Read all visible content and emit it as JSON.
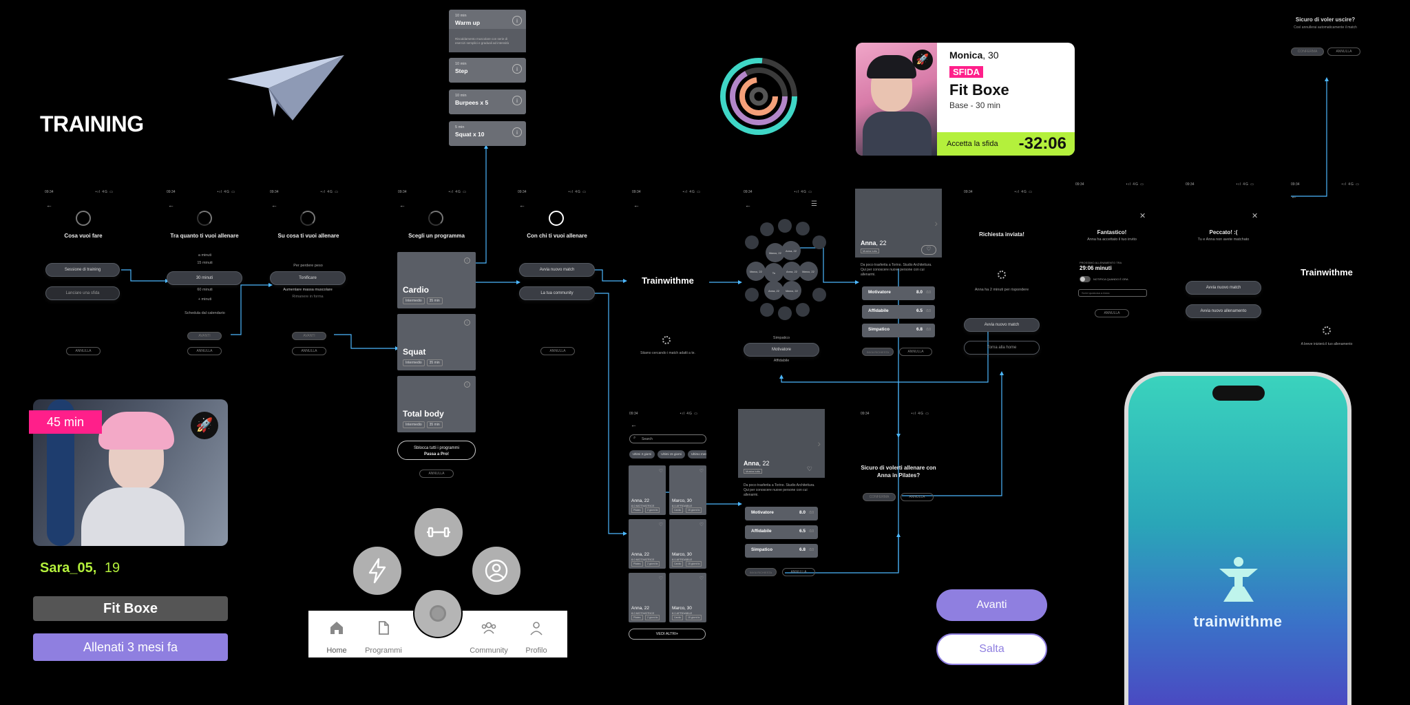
{
  "page": {
    "section_title": "TRAINING",
    "app_name": "Trainwithme",
    "logo_wordmark": "trainwithme"
  },
  "colors": {
    "accent_green": "#b4f03c",
    "accent_purple": "#8f7fe0",
    "accent_pink": "#ff1f8a",
    "wire_blue": "#4db8ff",
    "wireframe_gray": "#5a5e66"
  },
  "status_bar": {
    "time": "09:34",
    "signal": "•ıl 4G ▭"
  },
  "screens": {
    "s1": {
      "title": "Cosa vuoi fare",
      "options": [
        "Sessione di training",
        "Lanciare una sfida"
      ],
      "cancel": "ANNULLA"
    },
    "s2": {
      "title": "Tra quanto ti vuoi allenare",
      "options_above": [
        "a minuti",
        "15 minuti"
      ],
      "selected": "30 minuti",
      "options_below": [
        "60 minuti",
        "+ minuti"
      ],
      "calendar": "Schedula dal calendario",
      "next": "AVANTI",
      "cancel": "ANNULLA"
    },
    "s3": {
      "title": "Su cosa ti vuoi allenare",
      "above": "Per perdere peso",
      "selected": "Tonificare",
      "option": "Aumentare massa muscolare",
      "below": "Rimanere in forma",
      "next": "AVANTI",
      "cancel": "ANNULLA"
    },
    "s4": {
      "title": "Scegli un programma",
      "programs": [
        {
          "name": "Cardio",
          "level": "Intermedio",
          "duration": "35 min"
        },
        {
          "name": "Squat",
          "level": "Intermedio",
          "duration": "35 min"
        },
        {
          "name": "Total body",
          "level": "Intermedio",
          "duration": "35 min"
        }
      ],
      "unlock_line1": "Sblocca tutti i programmi",
      "unlock_line2": "Passa a Pro!",
      "cancel": "ANNULLA"
    },
    "exercises": [
      {
        "duration": "10 min",
        "name": "Warm up",
        "desc": "Riscaldamento muscolare con serie di esercizi semplici e graduali ad intensità"
      },
      {
        "duration": "10 min",
        "name": "Step"
      },
      {
        "duration": "10 min",
        "name": "Burpees x 5"
      },
      {
        "duration": "5 min",
        "name": "Squat x 10"
      }
    ],
    "s5": {
      "title": "Con chi ti vuoi allenare",
      "options": [
        "Avvia nuovo match",
        "La tua community"
      ],
      "cancel": "ANNULLA"
    },
    "s6": {
      "brand": "Trainwithme",
      "loading": "Stiamo cercando i match adatti a te."
    },
    "s7": {
      "bubbles": [
        "Marco, 22",
        "Anna, 22",
        "Marco, 22",
        "Tu",
        "Anna, 22",
        "Marco, 22",
        "Anna, 22",
        "Marco, 22"
      ],
      "label_above": "Simpatico",
      "selected": "Motivatore",
      "label_below": "Affidabile"
    },
    "profile_card": {
      "name": "Anna",
      "age": "22",
      "tag": "Mostra tutto",
      "desc": "Da poco trasferita a Torino. Studio Architettura. Qui per conoscere nuove persone con cui allenarmi.",
      "scores": [
        {
          "label": "Motivatore",
          "value": "8.0",
          "den": "/10"
        },
        {
          "label": "Affidabile",
          "value": "6.5",
          "den": "/10"
        },
        {
          "label": "Simpatico",
          "value": "6.8",
          "den": "/10"
        }
      ],
      "invite": "INVIA RICHIESTA",
      "cancel": "ANNULLA"
    },
    "s9": {
      "title": "Richiesta inviata!",
      "text": "Anna ha 2 minuti per rispondere",
      "new_match": "Avvia nuovo match",
      "home": "Torna alla home"
    },
    "s10": {
      "title": "Fantastico!",
      "text": "Anna ha accettato il tuo invito",
      "next_label": "PROSSIMO ALLENAMENTO TRA",
      "countdown": "29:06 minuti",
      "notify": "NOTIFICA QUANDO È ORA",
      "placeholder": "Scrivi qualcosa a Anna",
      "cancel": "ANNULLA"
    },
    "s11": {
      "title": "Peccato! :(",
      "text": "Tu e Anna non avete matchato",
      "new_match": "Avvia nuovo match",
      "new_training": "Avvia nuovo allenamento"
    },
    "s12": {
      "brand": "Trainwithme",
      "loading": "A breve inizierà il tuo allenamento"
    },
    "exit": {
      "title": "Sicuro di voler uscire?",
      "text": "Così annullerai automaticamente il match",
      "confirm": "CONFERMA",
      "cancel": "ANNULLA"
    },
    "community": {
      "search": "Search",
      "filters": [
        "Ultimi 3 giorni",
        "Ultimi 15 giorni",
        "Ultimo mese"
      ],
      "cards": [
        {
          "name": "Anna, 22",
          "sub": "8.0 MOTIVATRICE",
          "t1": "Pilates",
          "t2": "2 giorni fa"
        },
        {
          "name": "Marco, 30",
          "sub": "8.0 AFFIDABILE",
          "t1": "Cardio",
          "t2": "15 giorni fa"
        },
        {
          "name": "Anna, 22",
          "sub": "8.0 MOTIVATRICE",
          "t1": "Pilates",
          "t2": "2 giorni fa"
        },
        {
          "name": "Marco, 30",
          "sub": "8.0 AFFIDABILE",
          "t1": "Cardio",
          "t2": "15 giorni fa"
        },
        {
          "name": "Anna, 22",
          "sub": "8.0 MOTIVATRICE",
          "t1": "Pilates",
          "t2": "2 giorni fa"
        },
        {
          "name": "Marco, 30",
          "sub": "8.0 AFFIDABILE",
          "t1": "Cardio",
          "t2": "15 giorni fa"
        }
      ],
      "more": "VEDI ALTRI+"
    },
    "confirm_train": {
      "title": "Sicuro di volerti allenare con Anna in Pilates?",
      "confirm": "CONFERMA",
      "cancel": "ANNULLA"
    }
  },
  "challenge_card": {
    "name": "Monica",
    "age": ", 30",
    "badge": "SFIDA",
    "title": "Fit Boxe",
    "subtitle": "Base - 30 min",
    "accept": "Accetta la sfida",
    "timer": "-32:06"
  },
  "sara_card": {
    "duration_badge": "45 min",
    "name": "Sara_05,",
    "age": "19",
    "activity": "Fit Boxe",
    "when": "Allenati  3 mesi fa"
  },
  "nav": {
    "items": [
      "Home",
      "Programmi",
      "Community",
      "Profilo"
    ]
  },
  "onboarding": {
    "next": "Avanti",
    "skip": "Salta"
  }
}
